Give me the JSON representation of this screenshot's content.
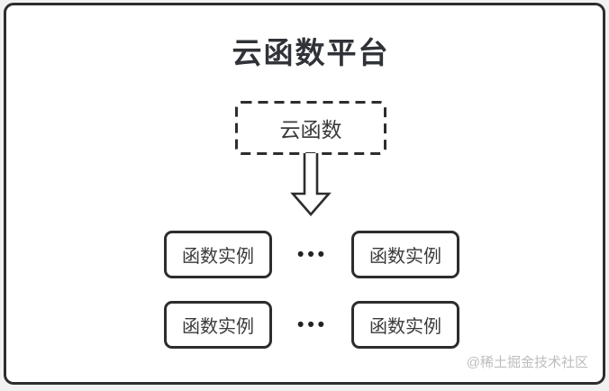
{
  "diagram": {
    "title": "云函数平台",
    "cloud_function": {
      "label": "云函数"
    },
    "arrow": {
      "name": "down-arrow",
      "direction": "down"
    },
    "rows": [
      {
        "left_instance": "函数实例",
        "ellipsis": "•••",
        "right_instance": "函数实例"
      },
      {
        "left_instance": "函数实例",
        "ellipsis": "•••",
        "right_instance": "函数实例"
      }
    ],
    "watermark": "@稀土掘金技术社区",
    "colors": {
      "frame_border": "#2d2d2d",
      "node_border": "#2d2d2d",
      "title_text": "#2f3338",
      "node_text": "#3a3a3a",
      "watermark_text": "#bdbdbd",
      "background": "#ffffff"
    }
  }
}
